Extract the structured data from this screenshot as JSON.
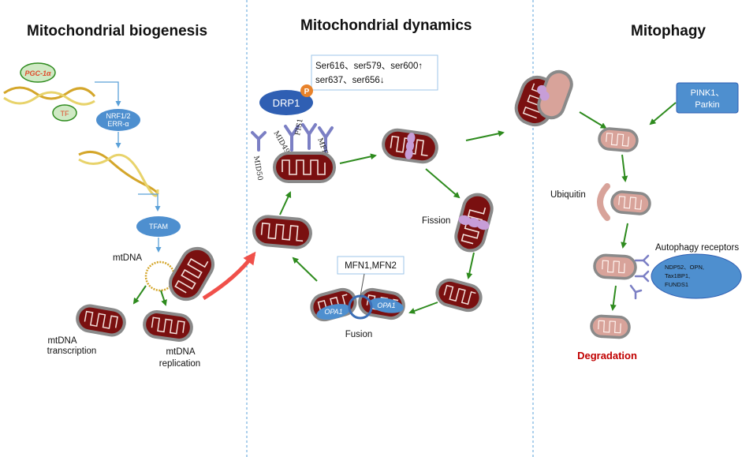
{
  "panels": {
    "biogenesis": {
      "title": "Mitochondrial biogenesis",
      "pgc1a": "PGC-1α",
      "tf": "TF",
      "nrf_line1": "NRF1/2",
      "nrf_line2": "ERR-α",
      "tfam": "TFAM",
      "mtdna": "mtDNA",
      "transcription_line1": "mtDNA",
      "transcription_line2": "transcription",
      "replication_line1": "mtDNA",
      "replication_line2": "replication"
    },
    "dynamics": {
      "title": "Mitochondrial dynamics",
      "drp1": "DRP1",
      "phospho": "P",
      "sites_line1": "Ser616、ser579、ser600↑",
      "sites_line2": "ser637、ser656↓",
      "mid49": "MID49",
      "mid50": "MID50",
      "fis1": "FIS1",
      "mff": "MFF",
      "fission": "Fission",
      "mfn": "MFN1,MFN2",
      "opa1_left": "OPA1",
      "opa1_right": "OPA1",
      "fusion": "Fusion"
    },
    "mitophagy": {
      "title": "Mitophagy",
      "pink_line1": "PINK1、",
      "pink_line2": "Parkin",
      "ubiquitin": "Ubiquitin",
      "receptors_title": "Autophagy receptors",
      "receptors_line1": "NDP52、OPN,",
      "receptors_line2": "Tax1BP1,",
      "receptors_line3": "FUNDS1",
      "degradation": "Degradation"
    }
  },
  "colors": {
    "mito_matrix": "#7a1010",
    "mito_outer": "#8a8a8a",
    "mito_pale": "#d8a39a",
    "arrow_green": "#2e8b1e",
    "arrow_blue": "#5aa0d8",
    "arrow_red": "#f0504a",
    "pill_blue": "#4e8fcf",
    "degradation_red": "#c00000",
    "receptor_purple": "#7b7fc4",
    "fission_spot": "#c79ed8"
  }
}
